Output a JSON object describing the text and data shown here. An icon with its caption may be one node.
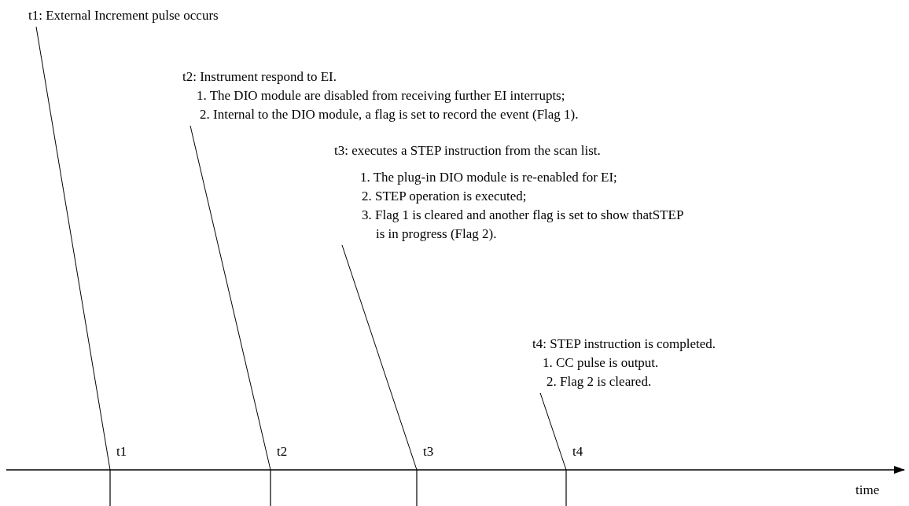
{
  "diagram": {
    "nodes": [
      {
        "text": [
          "t1: External Increment pulse occurs"
        ]
      },
      {
        "text": [
          "t2: Instrument respond to EI.",
          "1. The DIO module are disabled from receiving further EI interrupts;",
          "2. Internal to the DIO module, a flag is set to record the event (Flag 1)."
        ]
      },
      {
        "text": [
          "t3: executes a STEP instruction from the scan list.",
          "1. The plug-in DIO module is re-enabled for EI;",
          "2. STEP operation is executed;",
          "3. Flag 1 is cleared and another flag is set to show thatSTEP is in progress (Flag 2)."
        ]
      },
      {
        "text": [
          "t4: STEP instruction is completed.",
          "1. CC pulse is output.",
          "2. Flag 2 is cleared."
        ]
      }
    ],
    "edges": [
      {
        "from": 0,
        "to": null,
        "arrow": "none"
      },
      {
        "from": 1,
        "to": null,
        "arrow": "none"
      },
      {
        "from": 2,
        "to": null,
        "arrow": "none"
      },
      {
        "from": 3,
        "to": null,
        "arrow": "none"
      }
    ],
    "labels": [
      "t1",
      "t2",
      "t3",
      "t4",
      "time"
    ]
  }
}
